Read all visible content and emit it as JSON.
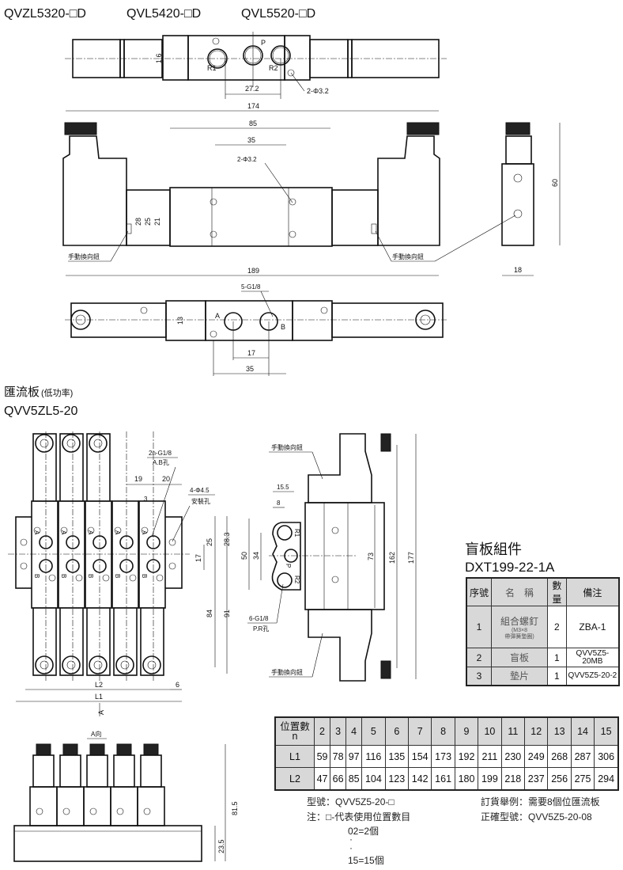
{
  "header": {
    "models": [
      "QVZL5320-□D",
      "QVL5420-□D",
      "QVL5520-□D"
    ]
  },
  "top_view": {
    "dim_16": "1.6",
    "port_p": "P",
    "port_r1": "R1",
    "port_r2": "R2",
    "dim_272": "27.2",
    "hole": "2-Φ3.2"
  },
  "front_view": {
    "dim_174": "174",
    "dim_85": "85",
    "dim_35": "35",
    "hole": "2-Φ3.2",
    "dim_28": "28",
    "dim_25": "25",
    "dim_21": "21",
    "manual_left": "手動換向鈕",
    "manual_right": "手動換向鈕",
    "dim_189": "189",
    "side_60": "60",
    "side_18": "18"
  },
  "bottom_view": {
    "ports": "5-G1/8",
    "dim_13": "13",
    "port_a": "A",
    "port_b": "B",
    "dim_17": "17",
    "dim_35": "35"
  },
  "manifold": {
    "title": "匯流板",
    "subtitle": "(低功率)",
    "model": "QVV5ZL5-20",
    "ab_ports": "2n-G1/8",
    "ab_ports_note": "A.B孔",
    "dim_19": "19",
    "dim_20": "20",
    "dim_3": "3",
    "mount_holes": "4-Φ4.5",
    "mount_note": "安裝孔",
    "dim_25": "25",
    "dim_283": "28.3",
    "dim_17": "17",
    "dim_84": "84",
    "dim_91": "91",
    "l2": "L2",
    "dim_6": "6",
    "l1": "L1",
    "view_a": "A",
    "port_a": "A",
    "port_b": "B",
    "side": {
      "manual_top": "手動換向鈕",
      "dim_155": "15.5",
      "dim_8": "8",
      "dim_50": "50",
      "dim_34": "34",
      "r1": "R1",
      "p": "P",
      "r2": "R2",
      "pr_ports": "6-G1/8",
      "pr_note": "P.R孔",
      "dim_73": "73",
      "dim_162": "162",
      "dim_177": "177",
      "manual_bottom": "手動換向鈕"
    },
    "front": {
      "view_label": "A向",
      "dim_815": "81.5",
      "dim_235": "23.5"
    }
  },
  "blind_kit": {
    "title": "盲板組件",
    "model": "DXT199-22-1A",
    "headers": [
      "序號",
      "名　稱",
      "數量",
      "備注"
    ],
    "rows": [
      {
        "no": "1",
        "name": "組合螺釘",
        "sub1": "(M3×8",
        "sub2": "帶彈簧墊圈)",
        "qty": "2",
        "remark": "ZBA-1"
      },
      {
        "no": "2",
        "name": "盲板",
        "qty": "1",
        "remark": "QVV5Z5-20MB"
      },
      {
        "no": "3",
        "name": "墊片",
        "qty": "1",
        "remark": "QVV5Z5-20-2"
      }
    ]
  },
  "positions_table": {
    "header_label": "位置數",
    "header_n": "n",
    "n": [
      "2",
      "3",
      "4",
      "5",
      "6",
      "7",
      "8",
      "9",
      "10",
      "11",
      "12",
      "13",
      "14",
      "15"
    ],
    "l1_label": "L1",
    "l1": [
      "59",
      "78",
      "97",
      "116",
      "135",
      "154",
      "173",
      "192",
      "211",
      "230",
      "249",
      "268",
      "287",
      "306"
    ],
    "l2_label": "L2",
    "l2": [
      "47",
      "66",
      "85",
      "104",
      "123",
      "142",
      "161",
      "180",
      "199",
      "218",
      "237",
      "256",
      "275",
      "294"
    ]
  },
  "notes": {
    "model": "型號：QVV5Z5-20-□",
    "note": "注：□-代表使用位置數目",
    "first": "02=2個",
    "dots": "·",
    "last": "15=15個",
    "order_example": "訂貨舉例：需要8個位匯流板",
    "order_model": "正確型號：QVV5Z5-20-08"
  }
}
